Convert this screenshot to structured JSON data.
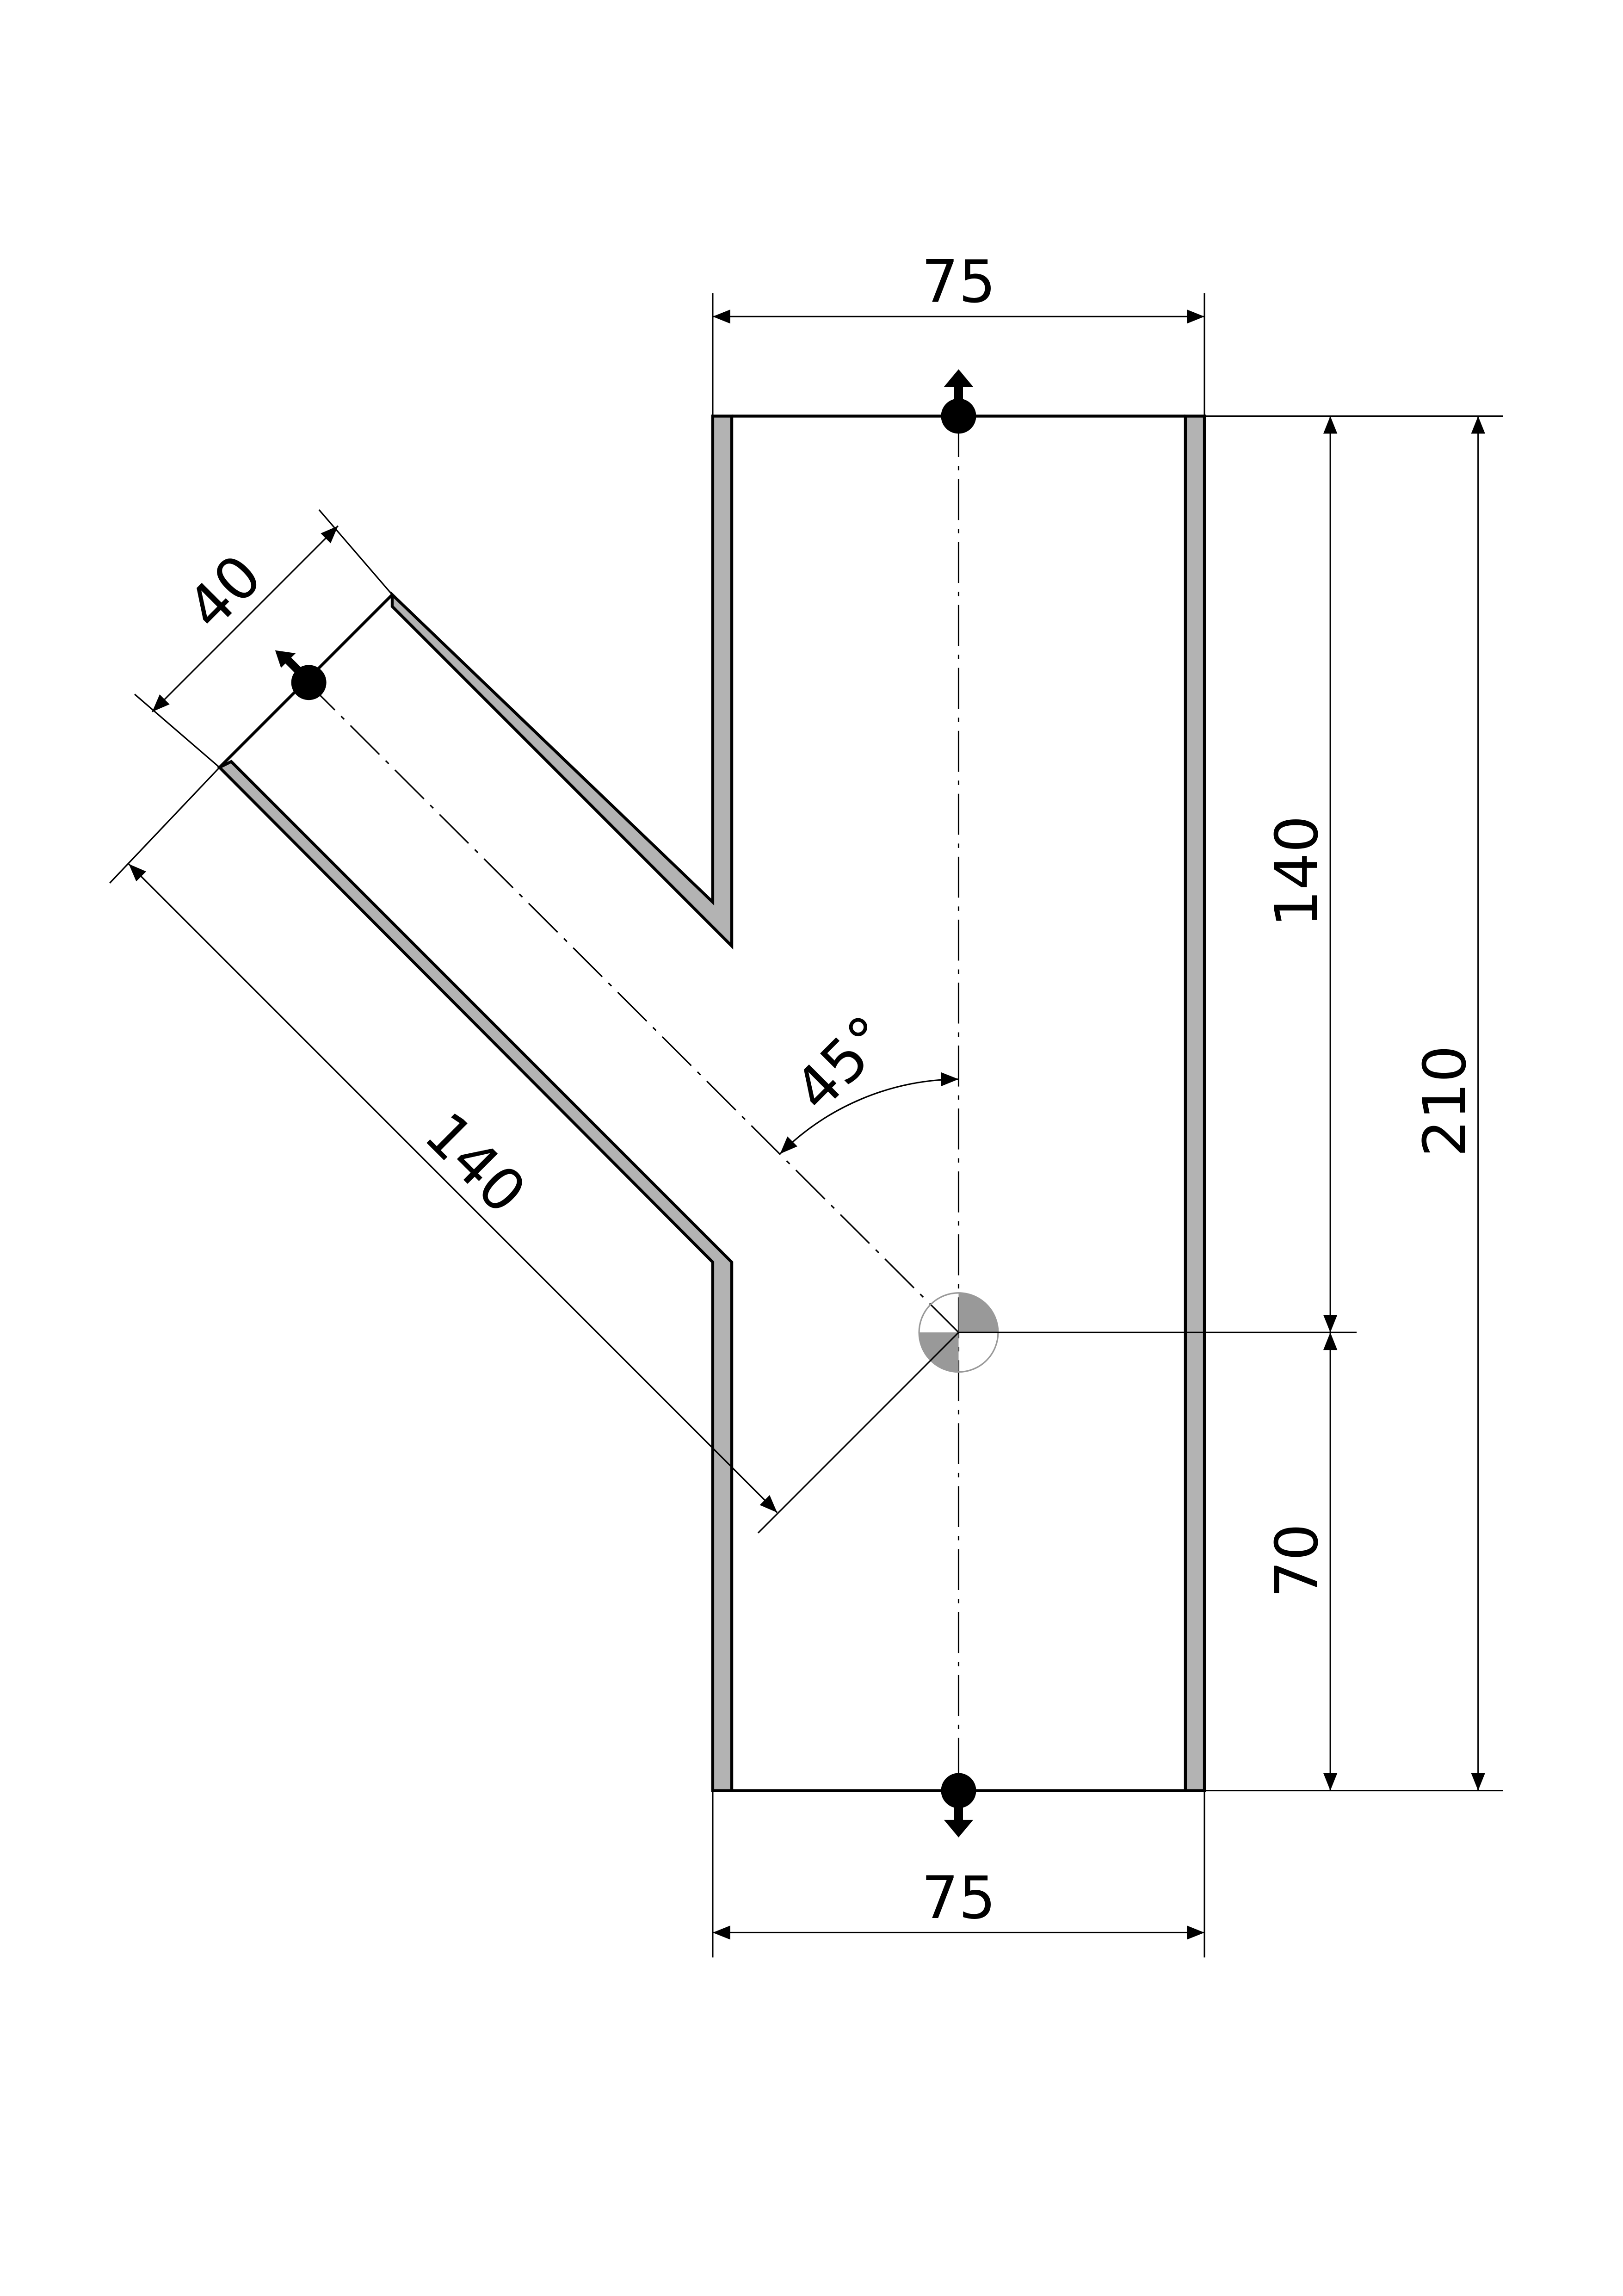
{
  "drawing": {
    "dimensions": {
      "top_width": "75",
      "bottom_width": "75",
      "upper_length": "140",
      "lower_length": "70",
      "total_length": "210",
      "branch_diameter": "40",
      "branch_length": "140",
      "branch_angle": "45°"
    },
    "colors": {
      "wall_fill": "#b3b3b3",
      "line": "#000000",
      "center_mark": "#999999"
    }
  }
}
